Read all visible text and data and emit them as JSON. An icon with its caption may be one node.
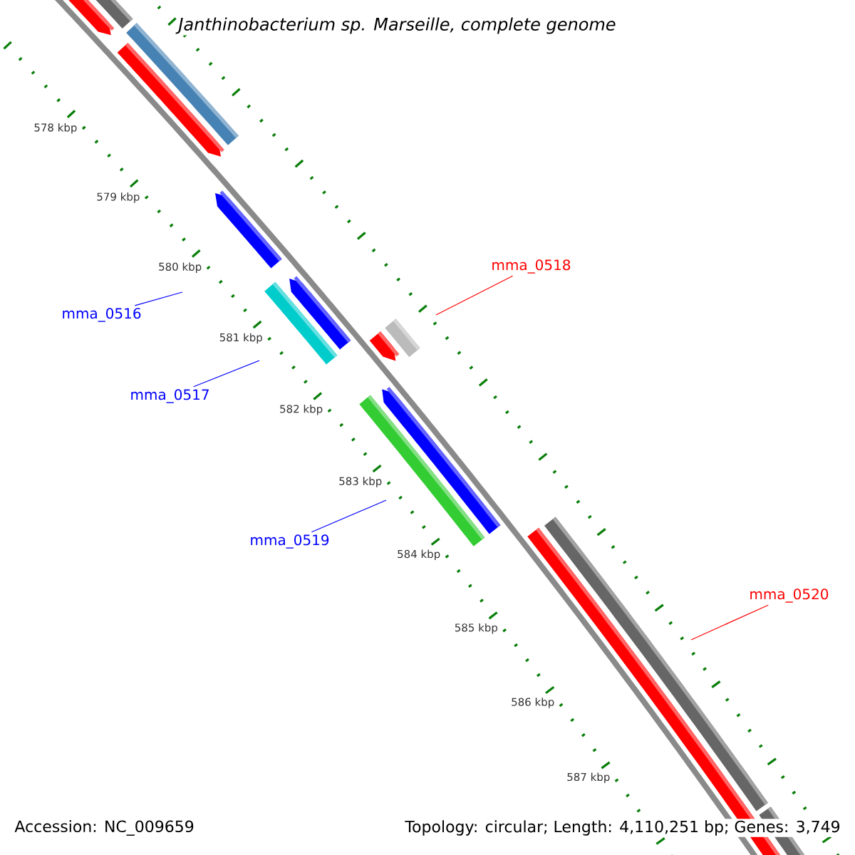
{
  "diagram": {
    "title": "Janthinobacterium sp. Marseille, complete genome",
    "nodes": [
      {
        "text": [
          "mma_0516"
        ]
      },
      {
        "text": [
          "mma_0517"
        ]
      },
      {
        "text": [
          "mma_0518"
        ]
      },
      {
        "text": [
          "mma_0519"
        ]
      },
      {
        "text": [
          "mma_0520"
        ]
      }
    ],
    "edges": [
      {
        "from": 0,
        "to": null,
        "arrow": "none"
      },
      {
        "from": 1,
        "to": null,
        "arrow": "none"
      },
      {
        "from": 2,
        "to": null,
        "arrow": "none",
        "color": "#ff0000"
      },
      {
        "from": 3,
        "to": null,
        "arrow": "none"
      },
      {
        "from": 4,
        "to": null,
        "arrow": "none",
        "color": "#ff0000"
      }
    ],
    "labels": [
      "578 kbp",
      "579 kbp",
      "580 kbp",
      "581 kbp",
      "582 kbp",
      "583 kbp",
      "584 kbp",
      "585 kbp",
      "586 kbp",
      "587 kbp",
      "Accession: NC_009659",
      "Topology: circular; Length: 4,110,251 bp; Genes: 3,749"
    ]
  }
}
